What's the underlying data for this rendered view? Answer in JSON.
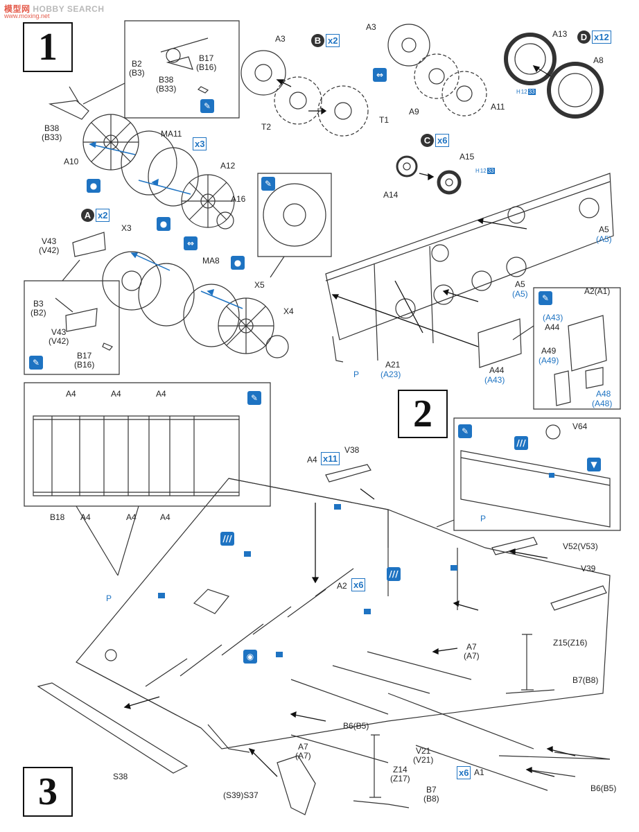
{
  "watermark": {
    "brand_a": "模型网",
    "brand_b": "HOBBY SEARCH",
    "site": "www.moxing.net"
  },
  "steps": [
    "1",
    "2",
    "3"
  ],
  "badges": {
    "A": {
      "letter": "A",
      "count": "x2"
    },
    "B": {
      "letter": "B",
      "count": "x2"
    },
    "C": {
      "letter": "C",
      "count": "x6"
    },
    "D": {
      "letter": "D",
      "count": "x12"
    }
  },
  "counts": {
    "ma11": "x3",
    "a2": "x6",
    "a4": "x11",
    "a1": "x6"
  },
  "paint_codes": {
    "d": {
      "h": "H",
      "a": "12",
      "b": "33"
    },
    "c": {
      "h": "H",
      "a": "12",
      "b": "33"
    }
  },
  "labels": {
    "step1": {
      "b2": "B2\n(B3)",
      "b38_top": "B38\n(B33)",
      "b17_top": "B17\n(B16)",
      "b38_left": "B38\n(B33)",
      "a10": "A10",
      "ma11": "MA11",
      "a12": "A12",
      "a16": "A16",
      "v43_top": "V43\n(V42)",
      "x3": "X3",
      "ma8": "MA8",
      "x5": "X5",
      "x4": "X4",
      "b3": "B3\n(B2)",
      "v43_inset": "V43\n(V42)",
      "b17_inset": "B17\n(B16)"
    },
    "wheels": {
      "a3_b": "A3",
      "t2": "T2",
      "t1": "T1",
      "a3_r": "A3",
      "a9": "A9",
      "a11": "A11",
      "a13": "A13",
      "a8": "A8",
      "a14": "A14",
      "a15": "A15"
    },
    "step2": {
      "a5_top": "A5",
      "a5_top_alt": "(A5)",
      "a5_mid": "A5",
      "a5_mid_alt": "(A5)",
      "a21": "A21",
      "a21_alt": "(A23)",
      "a44": "A44",
      "a44_alt": "(A43)",
      "p": "P",
      "a2_inset": "A2(A1)",
      "a43_inset": "(A43)",
      "a44_inset": "A44",
      "a49": "A49",
      "a49_alt": "(A49)",
      "a48": "A48",
      "a48_alt": "(A48)"
    },
    "step3": {
      "a4_t1": "A4",
      "a4_t2": "A4",
      "a4_t3": "A4",
      "a4_b1": "A4",
      "a4_b2": "A4",
      "a4_b3": "A4",
      "b18": "B18",
      "v64": "V64",
      "p_inset": "P",
      "a4_main": "A4",
      "v38": "V38",
      "a2": "A2",
      "v52": "V52(V53)",
      "v39": "V39",
      "p_main": "P",
      "a7_right": "A7\n(A7)",
      "z15": "Z15(Z16)",
      "b7_right": "B7(B8)",
      "b6_mid": "B6(B5)",
      "a7_left": "A7\n(A7)",
      "v21": "V21\n(V21)",
      "z14": "Z14\n(Z17)",
      "b7_bottom": "B7\n(B8)",
      "s38": "S38",
      "s37": "(S39)S37",
      "a1": "A1",
      "b6_right": "B6(B5)"
    }
  }
}
